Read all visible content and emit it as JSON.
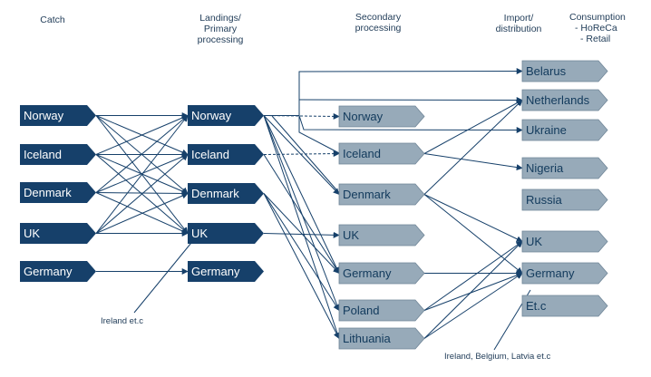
{
  "headers": {
    "catch": "Catch",
    "landings_line1": "Landings/",
    "landings_line2": "Primary",
    "landings_line3": "processing",
    "secondary_line1": "Secondary",
    "secondary_line2": "processing",
    "import_line1": "Import/",
    "import_line2": "distribution",
    "consumption_line1": "Consumption",
    "consumption_line2": "-   HoReCa",
    "consumption_line3": "-   Retail"
  },
  "catch_countries": [
    "Norway",
    "Iceland",
    "Denmark",
    "UK",
    "Germany"
  ],
  "landing_countries": [
    "Norway",
    "Iceland",
    "Denmark",
    "UK",
    "Germany"
  ],
  "secondary_countries": [
    "Norway",
    "Iceland",
    "Denmark",
    "UK",
    "Germany",
    "Poland",
    "Lithuania"
  ],
  "import_countries": [
    "Belarus",
    "Netherlands",
    "Ukraine",
    "Nigeria",
    "Russia",
    "UK",
    "Germany",
    "Et.c"
  ],
  "notes": {
    "ireland_catch": "Ireland et.c",
    "ireland_import": "Ireland,  Belgium,  Latvia et.c"
  },
  "colors": {
    "dark_box": "#16406a",
    "light_box": "#97aab9",
    "line": "#16406a"
  }
}
